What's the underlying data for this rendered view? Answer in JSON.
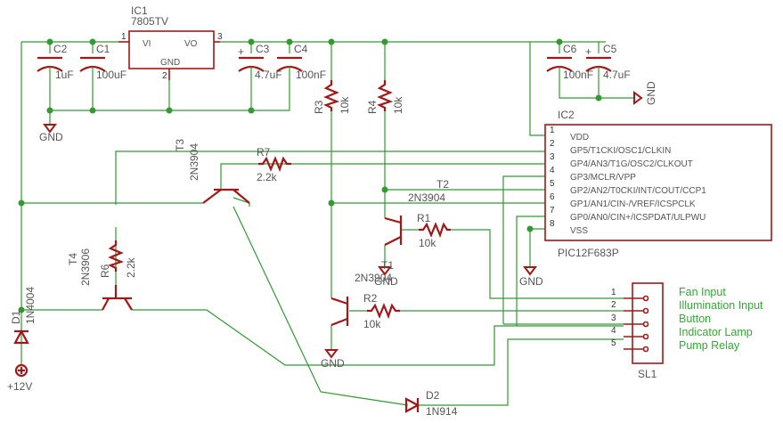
{
  "ic1": {
    "name": "IC1",
    "value": "7805TV",
    "vi": "VI",
    "vo": "VO",
    "gnd": "GND",
    "pin1": "1",
    "pin2": "2",
    "pin3": "3"
  },
  "c1": {
    "name": "C1",
    "value": "100uF"
  },
  "c2": {
    "name": "C2",
    "value": "1uF"
  },
  "c3": {
    "name": "C3",
    "value": "4.7uF"
  },
  "c4": {
    "name": "C4",
    "value": "100nF"
  },
  "c5": {
    "name": "C5",
    "value": "4.7uF"
  },
  "c6": {
    "name": "C6",
    "value": "100nF"
  },
  "r1": {
    "name": "R1",
    "value": "10k"
  },
  "r2": {
    "name": "R2",
    "value": "10k"
  },
  "r3": {
    "name": "R3",
    "value": "10k"
  },
  "r4": {
    "name": "R4",
    "value": "10k"
  },
  "r6": {
    "name": "R6",
    "value": "2.2k"
  },
  "r7": {
    "name": "R7",
    "value": "2.2k"
  },
  "t1": {
    "name": "T1",
    "value": "2N3904"
  },
  "t2": {
    "name": "T2",
    "value": "2N3904"
  },
  "t3": {
    "name": "T3",
    "value": "2N3904"
  },
  "t4": {
    "name": "T4",
    "value": "2N3906"
  },
  "d1": {
    "name": "D1",
    "value": "1N4004"
  },
  "d2": {
    "name": "D2",
    "value": "1N914"
  },
  "supply": "+12V",
  "gnd_label": "GND",
  "ic2": {
    "name": "IC2",
    "value": "PIC12F683P",
    "pins": [
      {
        "num": "1",
        "label": "VDD"
      },
      {
        "num": "2",
        "label": "GP5/T1CKI/OSC1/CLKIN"
      },
      {
        "num": "3",
        "label": "GP4/AN3/T1G/OSC2/CLKOUT"
      },
      {
        "num": "4",
        "label": "GP3/MCLR/VPP"
      },
      {
        "num": "5",
        "label": "GP2/AN2/T0CKI/INT/COUT/CCP1"
      },
      {
        "num": "6",
        "label": "GP1/AN1/CIN-/VREF/ICSPCLK"
      },
      {
        "num": "7",
        "label": "GP0/AN0/CIN+/ICSPDAT/ULPWU"
      },
      {
        "num": "8",
        "label": "VSS"
      }
    ]
  },
  "sl1": {
    "name": "SL1",
    "pins": [
      {
        "num": "1",
        "label": "Fan Input"
      },
      {
        "num": "2",
        "label": "Illumination Input"
      },
      {
        "num": "3",
        "label": "Button"
      },
      {
        "num": "4",
        "label": "Indicator Lamp"
      },
      {
        "num": "5",
        "label": "Pump Relay"
      }
    ]
  }
}
